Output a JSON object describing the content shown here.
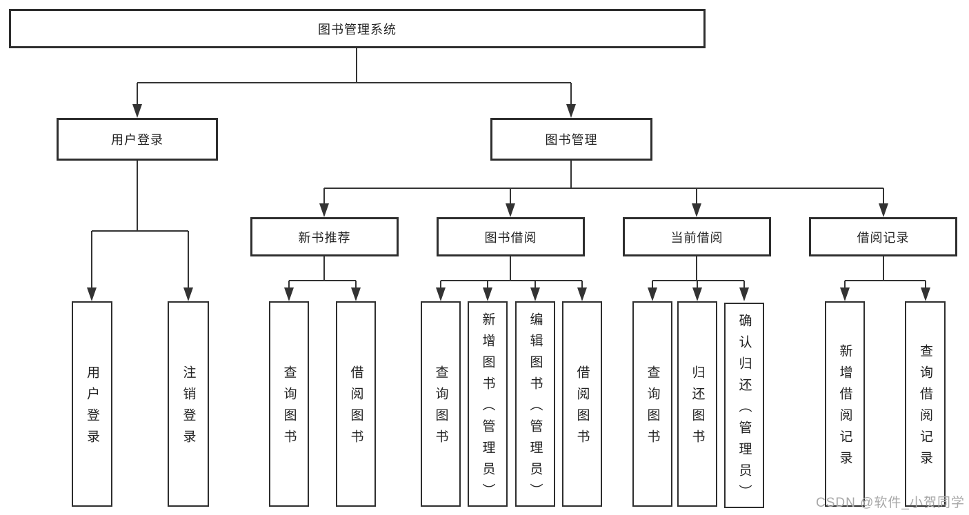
{
  "diagram": {
    "root": {
      "label": "图书管理系统"
    },
    "level2": [
      {
        "label": "用户登录"
      },
      {
        "label": "图书管理"
      }
    ],
    "level3": [
      {
        "label": "新书推荐",
        "parent": "图书管理"
      },
      {
        "label": "图书借阅",
        "parent": "图书管理"
      },
      {
        "label": "当前借阅",
        "parent": "图书管理"
      },
      {
        "label": "借阅记录",
        "parent": "图书管理"
      }
    ],
    "leaves": [
      {
        "label": "用户登录",
        "parent": "用户登录"
      },
      {
        "label": "注销登录",
        "parent": "用户登录"
      },
      {
        "label": "查询图书",
        "parent": "新书推荐"
      },
      {
        "label": "借阅图书",
        "parent": "新书推荐"
      },
      {
        "label": "查询图书",
        "parent": "图书借阅"
      },
      {
        "label": "新增图书（管理员）",
        "parent": "图书借阅"
      },
      {
        "label": "编辑图书（管理员）",
        "parent": "图书借阅"
      },
      {
        "label": "借阅图书",
        "parent": "图书借阅"
      },
      {
        "label": "查询图书",
        "parent": "当前借阅"
      },
      {
        "label": "归还图书",
        "parent": "当前借阅"
      },
      {
        "label": "确认归还（管理员）",
        "parent": "当前借阅"
      },
      {
        "label": "新增借阅记录",
        "parent": "借阅记录"
      },
      {
        "label": "查询借阅记录",
        "parent": "借阅记录"
      }
    ]
  },
  "watermark": {
    "text": "CSDN @软件_小贺同学"
  },
  "colors": {
    "line": "#333333",
    "box_border": "#2e2e2e",
    "text": "#222222",
    "watermark_text": "#a8a8a8",
    "background": "#ffffff"
  }
}
